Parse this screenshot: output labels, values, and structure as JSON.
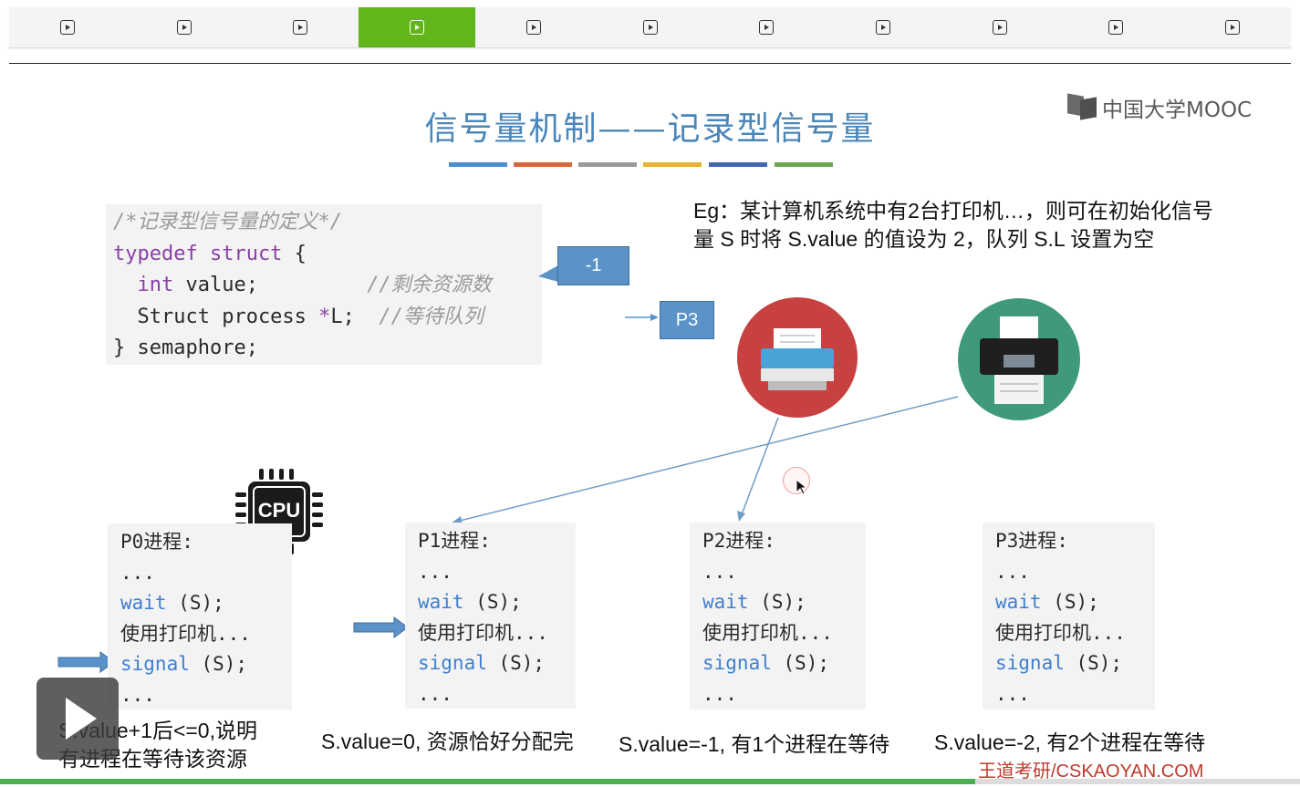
{
  "player": {
    "segments": [
      {
        "label": "",
        "active": false
      },
      {
        "label": "",
        "active": false
      },
      {
        "label": "",
        "active": false
      },
      {
        "label": "",
        "active": true
      },
      {
        "label": "",
        "active": false
      },
      {
        "label": "",
        "active": false
      },
      {
        "label": "",
        "active": false
      },
      {
        "label": "",
        "active": false
      },
      {
        "label": "",
        "active": false
      },
      {
        "label": "",
        "active": false
      },
      {
        "label": "",
        "active": false
      }
    ],
    "accent_color": "#62b51b",
    "progress_fraction": 0.75
  },
  "slide": {
    "title": "信号量机制——记录型信号量",
    "title_rule_colors": [
      "#4a8fd0",
      "#d9653b",
      "#9a9a9a",
      "#e9b22f",
      "#3e67b0",
      "#6aa84f"
    ],
    "logo_text": "中国大学MOOC",
    "definition": {
      "line1": "/*记录型信号量的定义*/",
      "line2_kw": "typedef struct",
      "line2_rest": " {",
      "line3_kw": "int",
      "line3_code": " value;",
      "line3_comment": "//剩余资源数",
      "line4_code": "  Struct process ",
      "line4_star": "*",
      "line4_code2": "L;",
      "line4_comment": "//等待队列",
      "line5": "} semaphore;"
    },
    "value_box": "-1",
    "queue_box": "P3",
    "example": "Eg：某计算机系统中有2台打印机…，则可在初始化信号量 S 时将 S.value 的值设为 2，队列 S.L 设置为空",
    "cpu_label": "CPU",
    "processes": [
      {
        "title": "P0进程:",
        "dots": "...",
        "wait_kw": "wait",
        "wait_rest": " (S);",
        "use": "使用打印机...",
        "signal_kw": "signal",
        "signal_rest": " (S);",
        "dots2": "..."
      },
      {
        "title": "P1进程:",
        "dots": "...",
        "wait_kw": "wait",
        "wait_rest": " (S);",
        "use": "使用打印机...",
        "signal_kw": "signal",
        "signal_rest": " (S);",
        "dots2": "..."
      },
      {
        "title": "P2进程:",
        "dots": "...",
        "wait_kw": "wait",
        "wait_rest": " (S);",
        "use": "使用打印机...",
        "signal_kw": "signal",
        "signal_rest": " (S);",
        "dots2": "..."
      },
      {
        "title": "P3进程:",
        "dots": "...",
        "wait_kw": "wait",
        "wait_rest": " (S);",
        "use": "使用打印机...",
        "signal_kw": "signal",
        "signal_rest": " (S);",
        "dots2": "..."
      }
    ],
    "captions": {
      "p0_line1": "S.value+1后<=0,说明",
      "p0_line2": "有进程在等待该资源",
      "p1": "S.value=0, 资源恰好分配完",
      "p2": "S.value=-1, 有1个进程在等待",
      "p3": "S.value=-2, 有2个进程在等待"
    },
    "footer_brand": "王道考研/CSKAOYAN.COM"
  }
}
